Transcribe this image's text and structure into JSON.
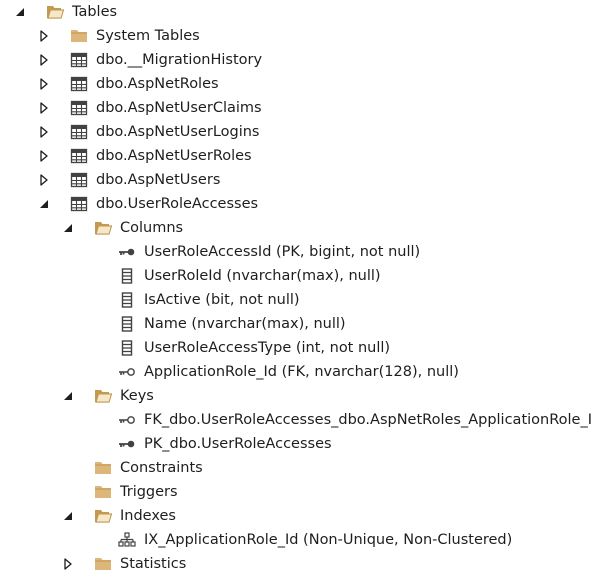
{
  "tree": {
    "tables": {
      "label": "Tables"
    },
    "system_tables": {
      "label": "System Tables"
    },
    "t_migration": {
      "label": "dbo.__MigrationHistory"
    },
    "t_roles": {
      "label": "dbo.AspNetRoles"
    },
    "t_claims": {
      "label": "dbo.AspNetUserClaims"
    },
    "t_logins": {
      "label": "dbo.AspNetUserLogins"
    },
    "t_userroles": {
      "label": "dbo.AspNetUserRoles"
    },
    "t_users": {
      "label": "dbo.AspNetUsers"
    },
    "t_ura": {
      "label": "dbo.UserRoleAccesses"
    },
    "columns": {
      "label": "Columns"
    },
    "col_1": {
      "label": "UserRoleAccessId (PK, bigint, not null)"
    },
    "col_2": {
      "label": "UserRoleId (nvarchar(max), null)"
    },
    "col_3": {
      "label": "IsActive (bit, not null)"
    },
    "col_4": {
      "label": "Name (nvarchar(max), null)"
    },
    "col_5": {
      "label": "UserRoleAccessType (int, not null)"
    },
    "col_6": {
      "label": "ApplicationRole_Id (FK, nvarchar(128), null)"
    },
    "keys": {
      "label": "Keys"
    },
    "key_fk": {
      "label": "FK_dbo.UserRoleAccesses_dbo.AspNetRoles_ApplicationRole_Id"
    },
    "key_pk": {
      "label": "PK_dbo.UserRoleAccesses"
    },
    "constraints": {
      "label": "Constraints"
    },
    "triggers": {
      "label": "Triggers"
    },
    "indexes": {
      "label": "Indexes"
    },
    "idx_1": {
      "label": "IX_ApplicationRole_Id (Non-Unique, Non-Clustered)"
    },
    "statistics": {
      "label": "Statistics"
    }
  },
  "colors": {
    "folder": "#dcb67a",
    "folder_dark": "#c29a52",
    "icon_dark": "#424242",
    "expander": "#1e1e1e"
  }
}
